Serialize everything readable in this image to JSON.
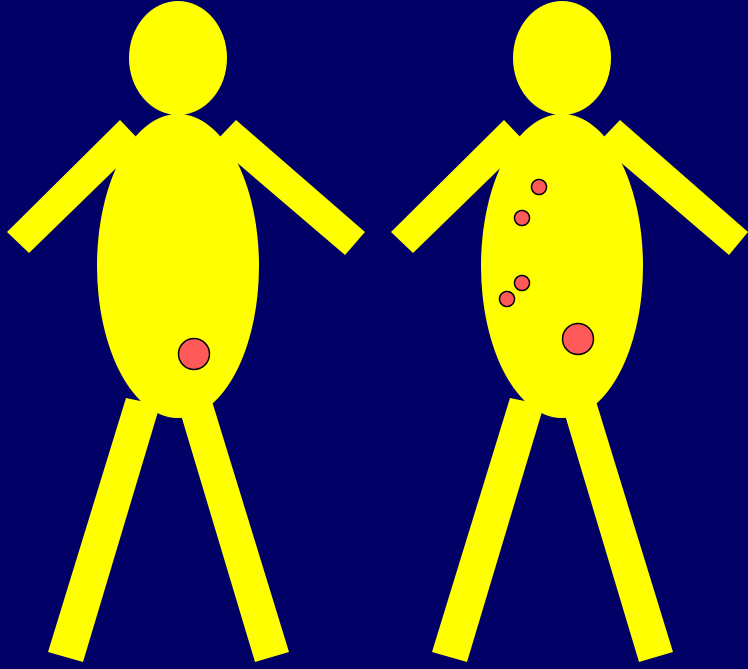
{
  "colors": {
    "background": "#000066",
    "figure": "#ffff00",
    "spot": "#ff5a5a",
    "spot_outline": "#000000"
  },
  "figures": [
    {
      "name": "figure-left",
      "spots": [
        {
          "name": "spot-large"
        }
      ]
    },
    {
      "name": "figure-right",
      "spots": [
        {
          "name": "spot-small-1"
        },
        {
          "name": "spot-small-2"
        },
        {
          "name": "spot-small-3"
        },
        {
          "name": "spot-small-4"
        },
        {
          "name": "spot-large"
        }
      ]
    }
  ]
}
